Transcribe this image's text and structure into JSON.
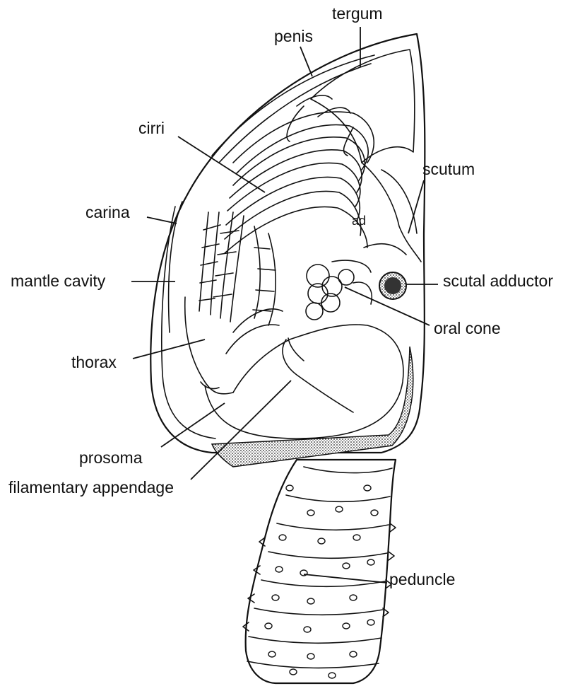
{
  "diagram": {
    "labels": {
      "tergum": "tergum",
      "penis": "penis",
      "cirri": "cirri",
      "scutum": "scutum",
      "carina": "carina",
      "ad": "ad",
      "mantle_cavity": "mantle cavity",
      "scutal_adductor": "scutal adductor",
      "oral_cone": "oral cone",
      "thorax": "thorax",
      "prosoma": "prosoma",
      "filamentary_appendage": "filamentary appendage",
      "peduncle": "peduncle"
    },
    "colors": {
      "ink": "#111111",
      "stipple": "#555555"
    }
  }
}
